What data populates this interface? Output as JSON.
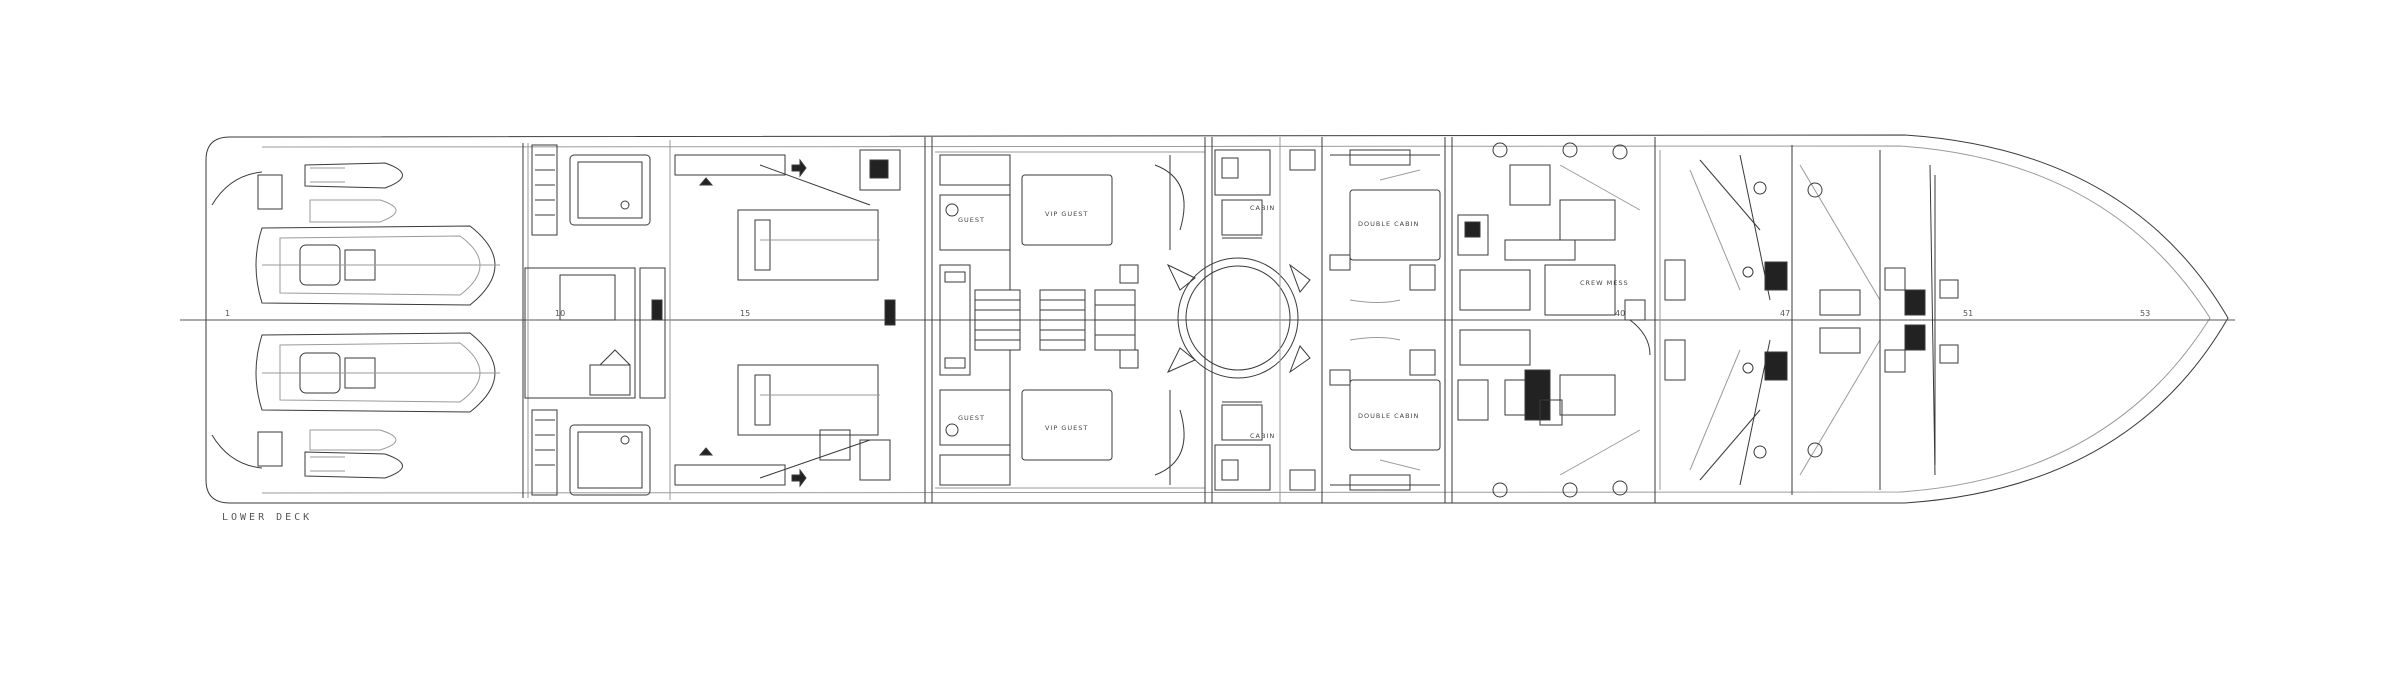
{
  "deck_label": "LOWER DECK",
  "rooms": {
    "guest_port": "VIP GUEST",
    "guest_stbd": "VIP GUEST",
    "double_port": "DOUBLE CABIN",
    "double_stbd": "DOUBLE CABIN",
    "guest_small_port": "GUEST",
    "guest_small_stbd": "GUEST",
    "crew_mess": "CREW MESS",
    "cabin_small_port": "CABIN",
    "cabin_small_stbd": "CABIN"
  },
  "frames": [
    "1",
    "10",
    "15",
    "40",
    "47",
    "51",
    "53"
  ],
  "colors": {
    "line": "#3a3a3a",
    "light_line": "#9a9a9a",
    "fill_dark": "#222222"
  }
}
